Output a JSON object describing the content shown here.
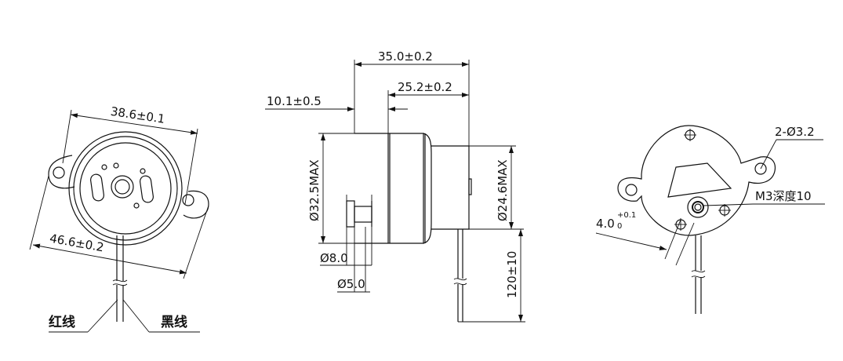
{
  "views": {
    "front": {
      "dim_inner_diameter": "38.6±0.1",
      "dim_mount_span": "46.6±0.2",
      "wire_red": "红线",
      "wire_black": "黑线"
    },
    "side": {
      "dim_total_length": "35.0±0.2",
      "dim_body_length": "25.2±0.2",
      "dim_shaft_offset": "10.1±0.5",
      "dim_front_diameter": "Ø32.5MAX",
      "dim_rear_diameter": "Ø24.6MAX",
      "dim_hub_diameter": "Ø8.0",
      "dim_shaft_diameter": "Ø5.0",
      "dim_lead_length": "120±10"
    },
    "rear": {
      "dim_holes": "2-Ø3.2",
      "dim_thread": "M3深度10",
      "dim_flat_base": "4.0",
      "dim_flat_tol": "+0.1",
      "dim_flat_sub": "0"
    }
  }
}
